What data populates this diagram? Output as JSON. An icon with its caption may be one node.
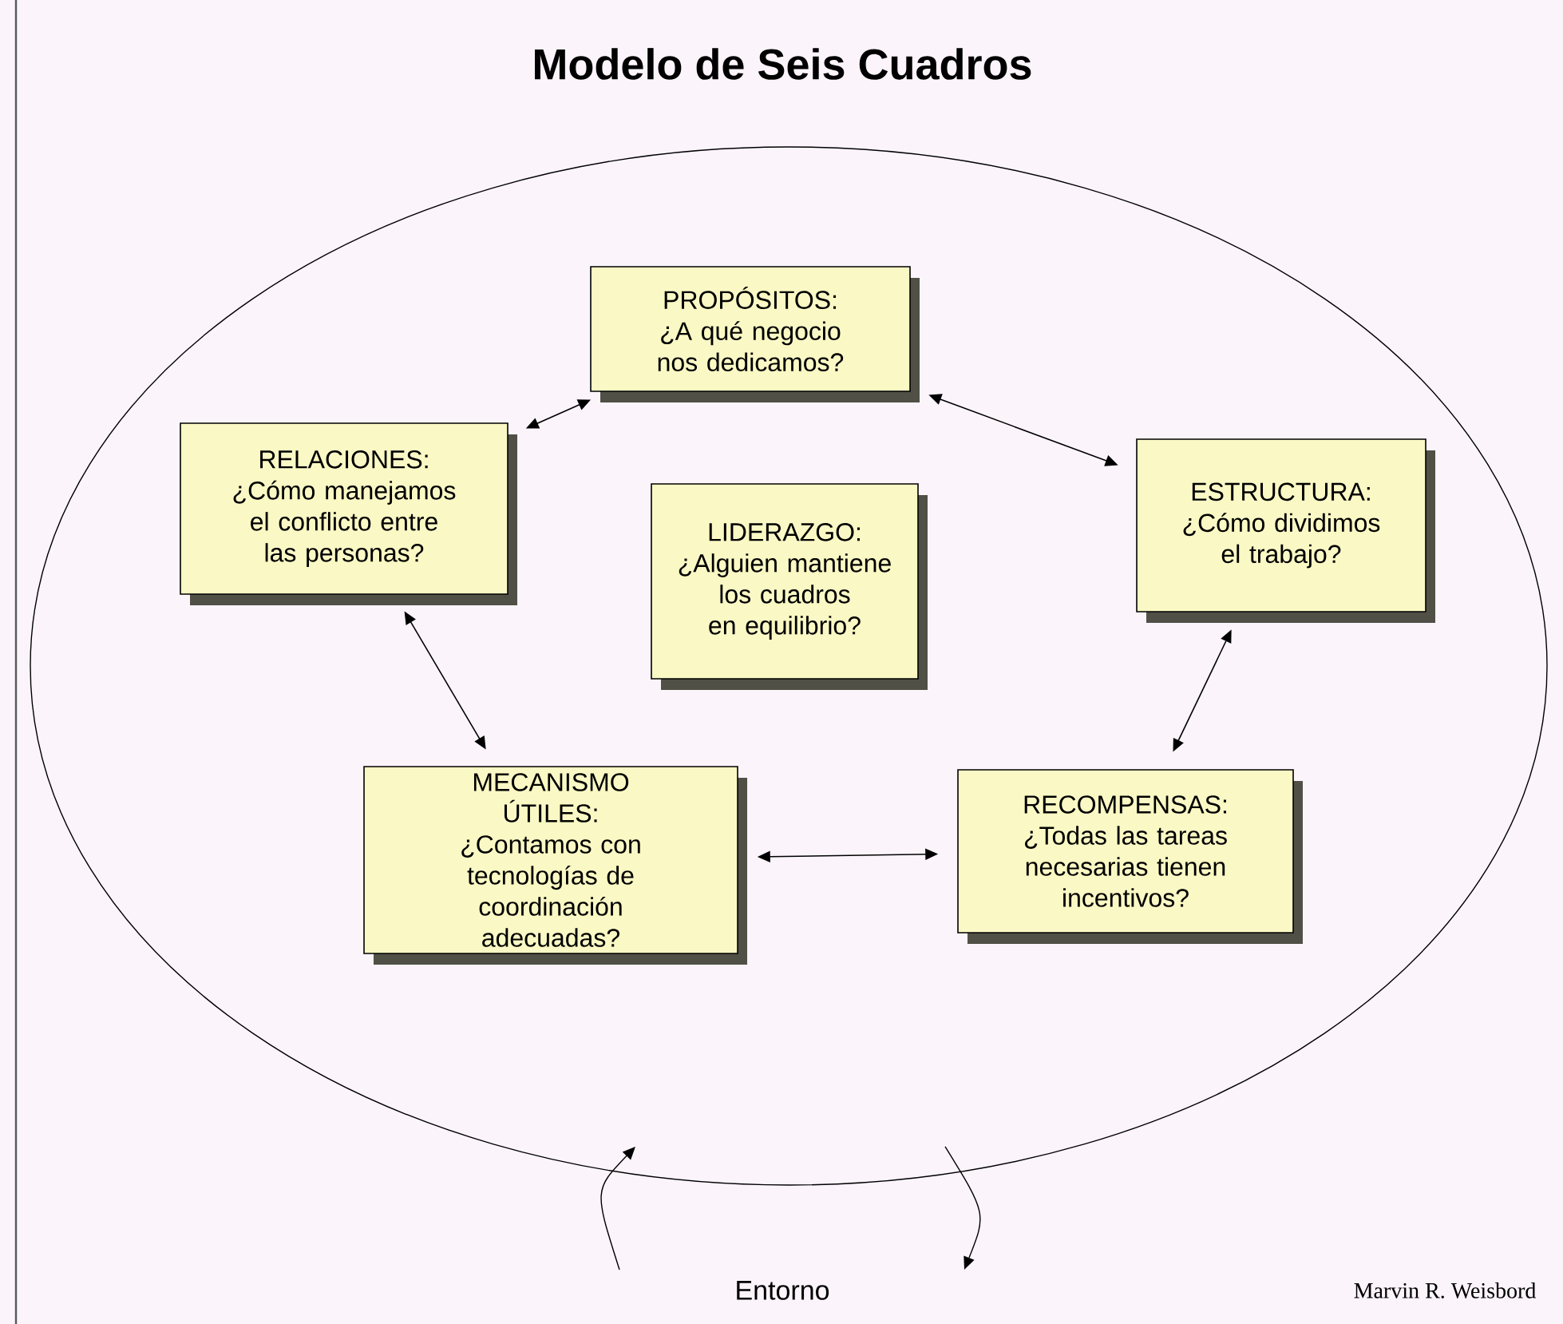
{
  "diagram": {
    "title": "Modelo de Seis Cuadros",
    "nodes": [
      {
        "text": [],
        "shape": "ellipse"
      },
      {
        "text": [
          "PROPÓSITOS:",
          "¿A qué negocio nos dedicamos?"
        ],
        "in": 0
      },
      {
        "text": [
          "RELACIONES:",
          "¿Cómo manejamos el conflicto entre las personas?"
        ],
        "in": 0
      },
      {
        "text": [
          "LIDERAZGO:",
          "¿Alguien mantiene los cuadros en equilibrio?"
        ],
        "in": 0
      },
      {
        "text": [
          "ESTRUCTURA:",
          "¿Cómo dividimos el trabajo?"
        ],
        "in": 0
      },
      {
        "text": [
          "MECANISMO ÚTILES:",
          "¿Contamos con tecnologías de coordinación adecuadas?"
        ],
        "in": 0
      },
      {
        "text": [
          "RECOMPENSAS:",
          "¿Todas las tareas necesarias tienen incentivos?"
        ],
        "in": 0
      }
    ],
    "edges": [
      {
        "from": 1,
        "to": 2,
        "arrow": "both"
      },
      {
        "from": 1,
        "to": 4,
        "arrow": "both"
      },
      {
        "from": 2,
        "to": 5,
        "arrow": "both"
      },
      {
        "from": 4,
        "to": 6,
        "arrow": "both"
      },
      {
        "from": 5,
        "to": 6,
        "arrow": "both"
      },
      {
        "from": null,
        "to": 0,
        "arrow": "to"
      },
      {
        "from": 0,
        "to": null,
        "arrow": "to"
      }
    ],
    "labels": [
      "Entorno",
      "Marvin R. Weisbord"
    ]
  }
}
